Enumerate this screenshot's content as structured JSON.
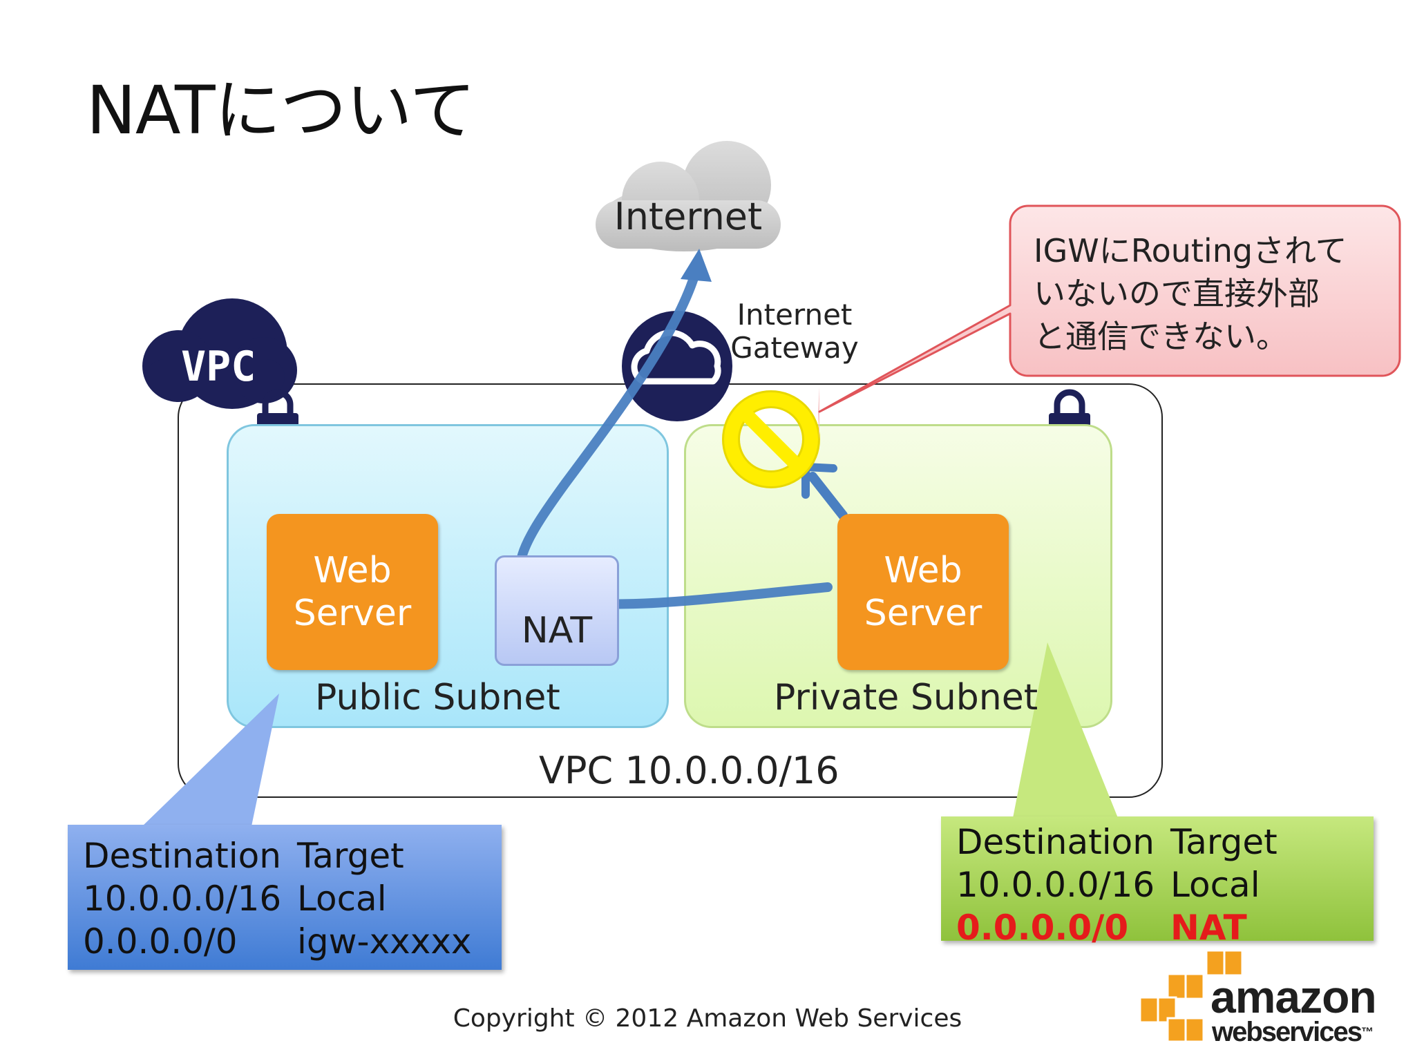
{
  "title": "NATについて",
  "internet": {
    "label": "Internet"
  },
  "internet_gateway": {
    "line1": "Internet",
    "line2": "Gateway"
  },
  "vpc_badge": {
    "label": "VPC"
  },
  "public_subnet": {
    "label": "Public Subnet",
    "web_server": {
      "line1": "Web",
      "line2": "Server"
    },
    "nat": {
      "label": "NAT"
    }
  },
  "private_subnet": {
    "label": "Private Subnet",
    "web_server": {
      "line1": "Web",
      "line2": "Server"
    }
  },
  "vpc_cidr": "VPC 10.0.0.0/16",
  "callout": {
    "line1": "IGWにRoutingされて",
    "line2": "いないので直接外部",
    "line3": "と通信できない。"
  },
  "public_route_table": {
    "header": {
      "destination": "Destination",
      "target": "Target"
    },
    "rows": [
      {
        "destination": "10.0.0.0/16",
        "target": "Local"
      },
      {
        "destination": "0.0.0.0/0",
        "target": "igw-xxxxx"
      }
    ]
  },
  "private_route_table": {
    "header": {
      "destination": "Destination",
      "target": "Target"
    },
    "rows": [
      {
        "destination": "10.0.0.0/16",
        "target": "Local"
      },
      {
        "destination": "0.0.0.0/0",
        "target": "NAT"
      }
    ]
  },
  "copyright": "Copyright © 2012 Amazon Web Services",
  "logo": {
    "word1": "amazon",
    "word2": "webservices",
    "tm": "™"
  },
  "colors": {
    "navy": "#1d2058",
    "orange": "#f4951f",
    "arrow_blue": "#4a7fc1",
    "prohibit_yellow": "#ffee00",
    "prohibit_red": "#ee2a2a",
    "callout_pink": "#fbd4d6",
    "callout_border": "#e0555a",
    "highlight_red": "#e51b1b"
  },
  "icons": [
    "cloud-icon",
    "padlock-icon",
    "no-entry-icon",
    "internet-gateway-icon",
    "aws-logo-icon"
  ]
}
